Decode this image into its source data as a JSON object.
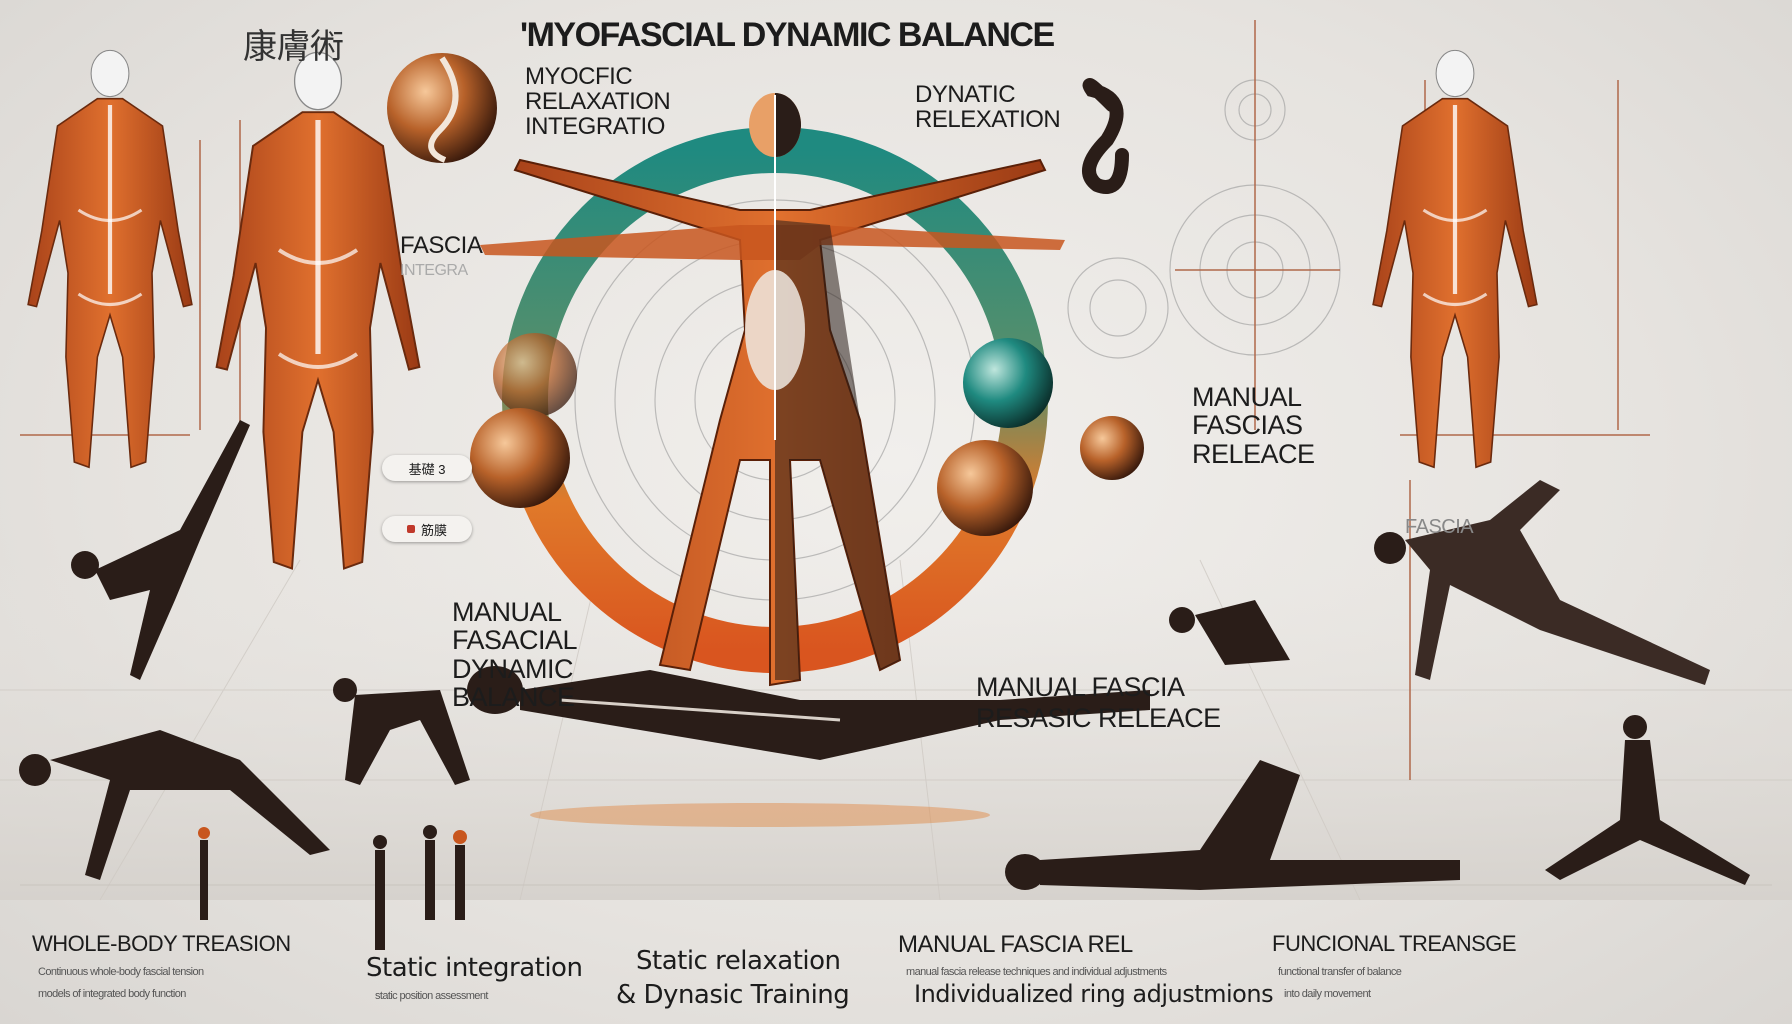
{
  "title": "'MYOFASCIAL DYNAMIC BALANCE",
  "kanji_label": "康膚術",
  "labels": {
    "top_left": [
      "MYOCFIC",
      "RELAXATION",
      "INTEGRATIO"
    ],
    "top_right": [
      "DYNATIC",
      "RELEXATION"
    ],
    "fascia_left": "FASCIA",
    "fascia_left_sub": "INTEGRA",
    "manual_right": [
      "MANUAL",
      "FASCIAS",
      "RELEACE"
    ],
    "fascia_right": "FASCIA",
    "center_left": [
      "MANUAL",
      "FASACIAL",
      "DYNAMIC",
      "BALANCE"
    ],
    "center_right": [
      "MANUAL FASCIA",
      "RESASIC RELEACE"
    ]
  },
  "pills": [
    {
      "label": "基礎 3"
    },
    {
      "label": "筋膜"
    }
  ],
  "bottom_sections": [
    {
      "heading": "WHOLE-BODY TREASION",
      "desc": [
        "Continuous whole-body fascial tension",
        "models of integrated body function"
      ]
    },
    {
      "heading": "Static integration",
      "desc": [
        "static position assessment"
      ]
    },
    {
      "heading": "Static relaxation",
      "heading2": "& Dynasic Training",
      "desc": []
    },
    {
      "heading": "MANUAL FASCIA REL",
      "heading2": "Individualized ring adjustmions",
      "desc": [
        "manual fascia release techniques and individual adjustments"
      ]
    },
    {
      "heading": "FUNCIONAL TREANSGE",
      "desc": [
        "functional transfer of balance",
        "into daily movement"
      ]
    }
  ],
  "colors": {
    "muscle": "#c8561e",
    "teal": "#1f8a80",
    "orange": "#e07a2a",
    "dark": "#2a1d18",
    "bg": "#ebe8e4"
  }
}
